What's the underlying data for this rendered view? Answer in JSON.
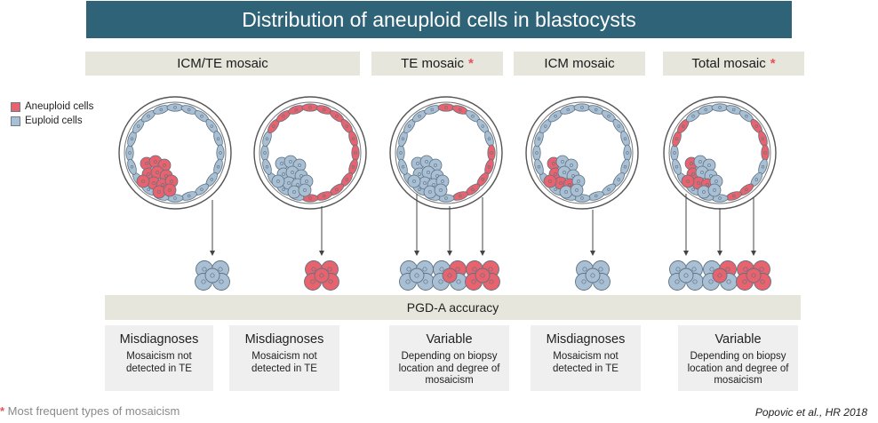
{
  "title": "Distribution of aneuploid cells in blastocysts",
  "categories": [
    {
      "label": "ICM/TE mosaic",
      "starred": false
    },
    {
      "label": "TE mosaic",
      "starred": true
    },
    {
      "label": "ICM mosaic",
      "starred": false
    },
    {
      "label": "Total mosaic",
      "starred": true
    }
  ],
  "star_symbol": "*",
  "legend": {
    "aneuploid": {
      "label": "Aneuploid cells",
      "color": "#e8636d"
    },
    "euploid": {
      "label": "Euploid cells",
      "color": "#a9bfd3"
    }
  },
  "pgd_label": "PGD-A accuracy",
  "outcomes": [
    {
      "head": "Misdiagnoses",
      "desc": "Mosaicism not detected in TE"
    },
    {
      "head": "Misdiagnoses",
      "desc": "Mosaicism not detected in TE"
    },
    {
      "head": "Variable",
      "desc": "Depending on biopsy location and degree of mosaicism"
    },
    {
      "head": "Misdiagnoses",
      "desc": "Mosaicism not detected in TE"
    },
    {
      "head": "Variable",
      "desc": "Depending on biopsy location and degree of mosaicism"
    }
  ],
  "footnote": {
    "star": "*",
    "text": " Most frequent types of mosaicism"
  },
  "citation": "Popovic et al., HR 2018"
}
